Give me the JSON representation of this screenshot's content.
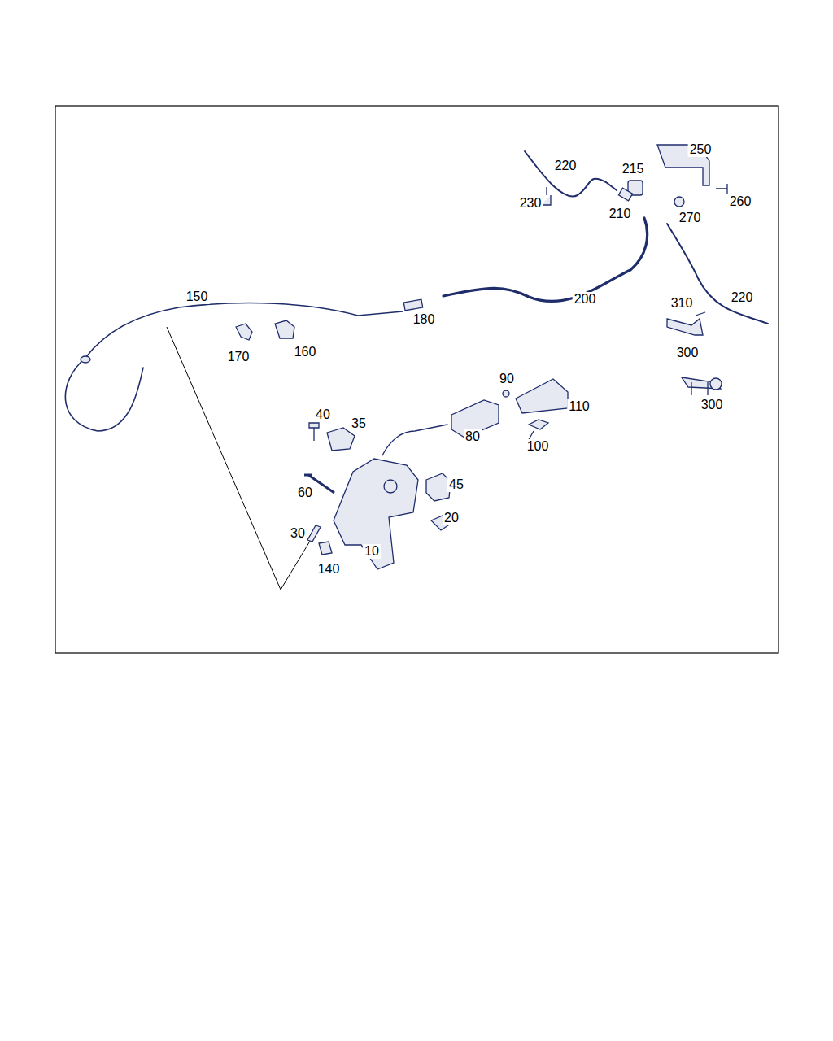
{
  "diagram": {
    "labels": [
      "250",
      "220",
      "215",
      "230",
      "210",
      "270",
      "260",
      "150",
      "200",
      "220",
      "310",
      "180",
      "170",
      "160",
      "300",
      "90",
      "300",
      "40",
      "35",
      "110",
      "80",
      "100",
      "60",
      "45",
      "20",
      "30",
      "10",
      "140"
    ]
  }
}
